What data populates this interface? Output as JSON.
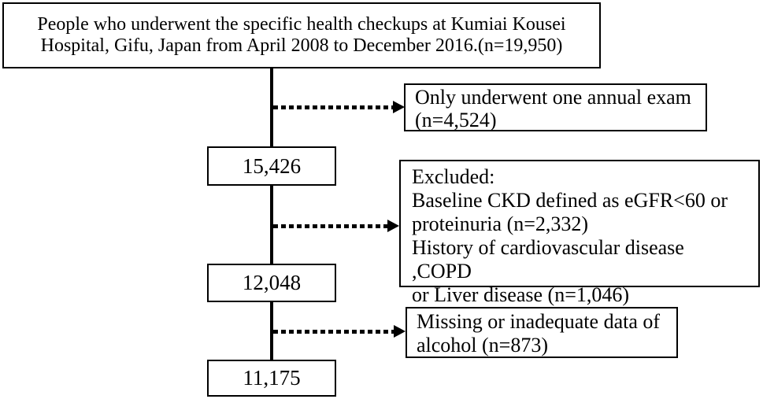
{
  "diagram": {
    "title_box": {
      "text": "People who underwent the specific health checkups at Kumiai Kousei\nHospital, Gifu, Japan from April 2008 to December 2016.(n=19,950)",
      "n": "19,950"
    },
    "flow_boxes": [
      {
        "value": "15,426"
      },
      {
        "value": "12,048"
      },
      {
        "value": "11,175"
      }
    ],
    "exclusion_boxes": [
      {
        "text": "Only underwent one annual exam\n(n=4,524)",
        "n": "4,524"
      },
      {
        "text": "Excluded:\nBaseline CKD defined as eGFR<60 or\nproteinuria (n=2,332)\nHistory of cardiovascular disease ,COPD\nor Liver disease (n=1,046)",
        "n_ckd": "2,332",
        "n_history": "1,046"
      },
      {
        "text": "Missing or inadequate data of\nalcohol (n=873)",
        "n": "873"
      }
    ],
    "colors": {
      "line": "#000000",
      "text": "#000000",
      "background": "#ffffff"
    }
  }
}
